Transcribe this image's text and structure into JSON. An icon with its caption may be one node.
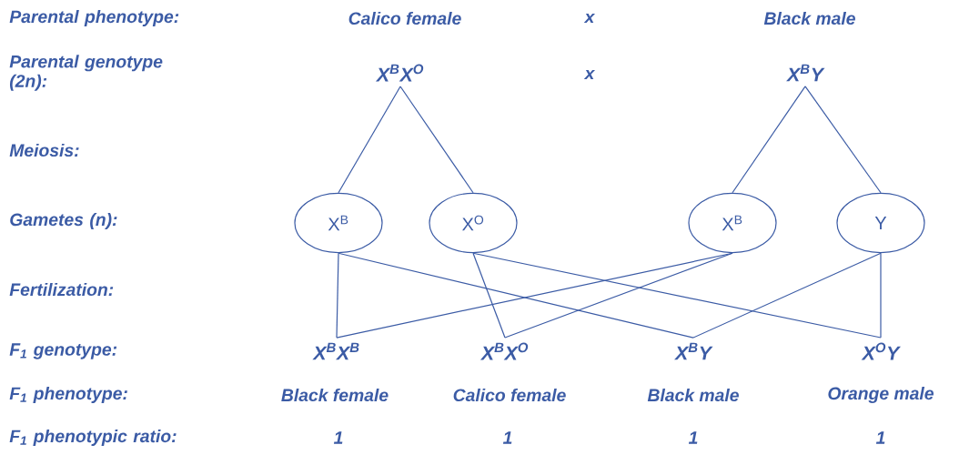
{
  "diagram": {
    "nodes": [
      {
        "text": [
          "X$^{B}$X$^{O}$"
        ]
      },
      {
        "text": [
          "X$^{B}$Y"
        ]
      },
      {
        "text": [
          "X$^{B}$"
        ]
      },
      {
        "text": [
          "X$^{O}$"
        ]
      },
      {
        "text": [
          "X$^{B}$"
        ]
      },
      {
        "text": [
          "Y"
        ]
      },
      {
        "text": [
          "X$^{B}$X$^{B}$"
        ]
      },
      {
        "text": [
          "X$^{B}$X$^{O}$"
        ]
      },
      {
        "text": [
          "X$^{B}$Y"
        ]
      },
      {
        "text": [
          "X$^{O}$Y"
        ]
      }
    ],
    "edges": [
      {
        "from": 0,
        "to": 2,
        "arrow": "none"
      },
      {
        "from": 0,
        "to": 3,
        "arrow": "none"
      },
      {
        "from": 1,
        "to": 4,
        "arrow": "none"
      },
      {
        "from": 1,
        "to": 5,
        "arrow": "none"
      },
      {
        "from": 2,
        "to": 6,
        "arrow": "none"
      },
      {
        "from": 2,
        "to": 8,
        "arrow": "none"
      },
      {
        "from": 3,
        "to": 7,
        "arrow": "none"
      },
      {
        "from": 3,
        "to": 9,
        "arrow": "none"
      },
      {
        "from": 4,
        "to": 6,
        "arrow": "none"
      },
      {
        "from": 4,
        "to": 7,
        "arrow": "none"
      },
      {
        "from": 5,
        "to": 8,
        "arrow": "none"
      },
      {
        "from": 5,
        "to": 9,
        "arrow": "none"
      }
    ],
    "labels": [
      "Parental phenotype:",
      "Calico female",
      "x",
      "Black male",
      "Parental genotype (2n):",
      "x",
      "Meiosis:",
      "Gametes (n):",
      "Fertilization:",
      "F$_{1}$ genotype:",
      "F$_{1}$ phenotype:",
      "Black female",
      "Calico female",
      "Black male",
      "Orange male",
      "F$_{1}$ phenotypic ratio:",
      "1",
      "1",
      "1",
      "1"
    ]
  }
}
